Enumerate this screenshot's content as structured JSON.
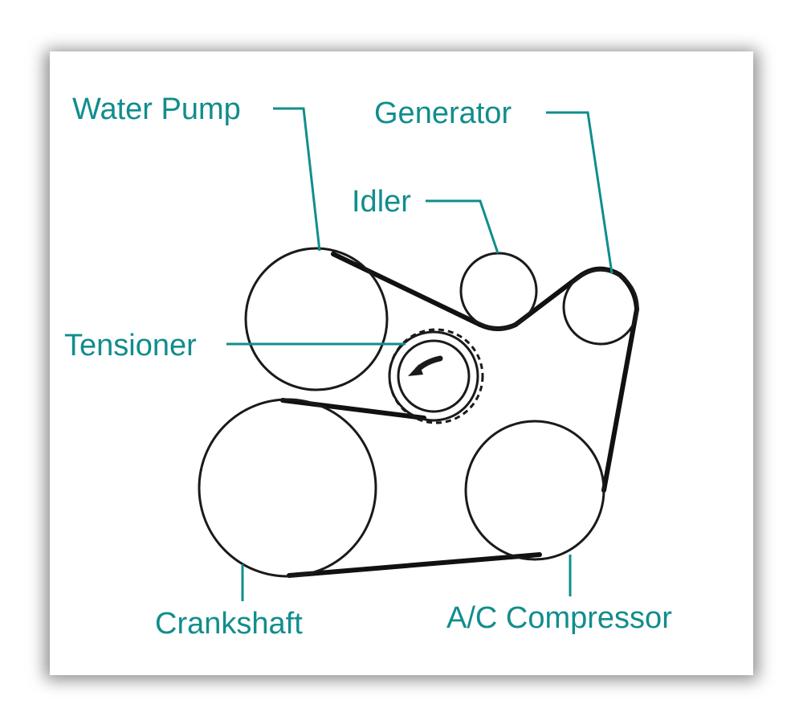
{
  "colors": {
    "label_color": "#118d8d",
    "line_color": "#1a1a1a",
    "background": "#ffffff",
    "frame_shadow": "#9a9a9a"
  },
  "labels": {
    "water_pump": "Water Pump",
    "generator": "Generator",
    "idler": "Idler",
    "tensioner": "Tensioner",
    "crankshaft": "Crankshaft",
    "ac_compressor": "A/C Compressor"
  },
  "icons": {
    "tensioner_arrow": "curved-arrow-icon"
  }
}
